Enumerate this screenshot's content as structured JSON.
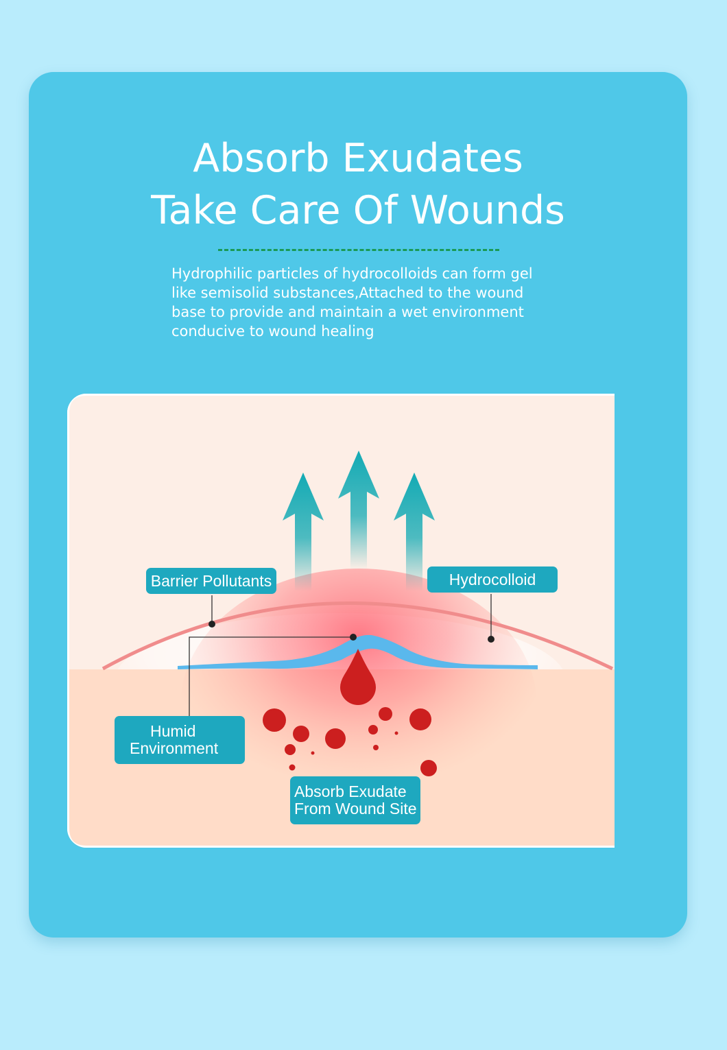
{
  "heading": {
    "line1": "Absorb Exudates",
    "line2": "Take Care Of Wounds"
  },
  "description": "Hydrophilic particles of hydrocolloids can form gel like semisolid substances,Attached to the wound base to provide and maintain a wet environment conducive to wound healing",
  "diagram": {
    "labels": {
      "barrier": "Barrier Pollutants",
      "hydrocolloid": "Hydrocolloid",
      "humid_line1": "Humid",
      "humid_line2": "Environment",
      "absorb_line1": "Absorb Exudate",
      "absorb_line2": "From Wound Site"
    },
    "arrow_count": 3,
    "icons": [
      "arrow-up-icon",
      "blood-drop-icon"
    ],
    "colors": {
      "background": "#b9ecfc",
      "card": "#4fc8e8",
      "divider": "#1a9a55",
      "label": "#1ea8bf",
      "arrow": "#13aab4",
      "barrier_line": "#f08c8c",
      "hydrocolloid_layer": "#5ab8ec",
      "blood": "#cc1f1f",
      "skin": "#ffdcc8"
    }
  }
}
